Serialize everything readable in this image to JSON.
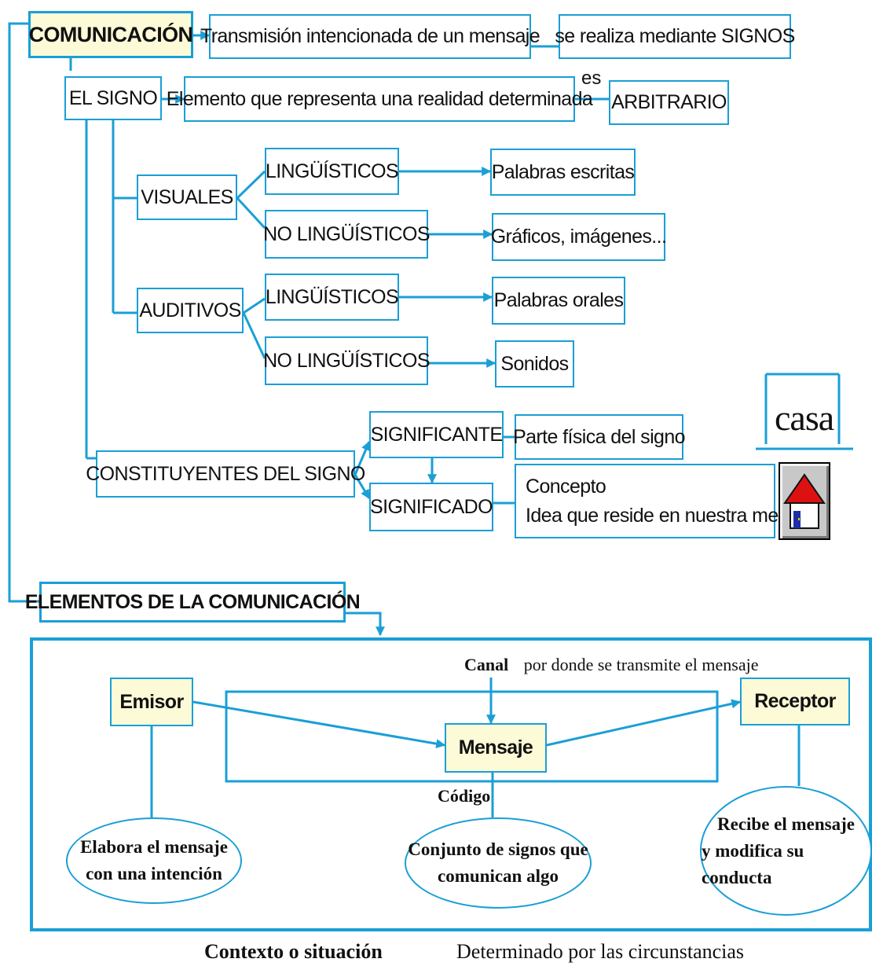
{
  "comunicacion": {
    "title": "COMUNICACIÓN",
    "definition": "Transmisión intencionada de un mensaje",
    "means": "se realiza mediante SIGNOS"
  },
  "signo": {
    "title": "EL SIGNO",
    "definition": "Elemento que representa una realidad determinada",
    "es": "es",
    "arbitrario": "ARBITRARIO"
  },
  "visuales": {
    "label": "VISUALES",
    "ling": "LINGÜÍSTICOS",
    "no_ling": "NO LINGÜÍSTICOS",
    "ling_ex": "Palabras escritas",
    "no_ling_ex": "Gráficos, imágenes..."
  },
  "auditivos": {
    "label": "AUDITIVOS",
    "ling": "LINGÜÍSTICOS",
    "no_ling": "NO LINGÜÍSTICOS",
    "ling_ex": "Palabras orales",
    "no_ling_ex": "Sonidos"
  },
  "constituyentes": {
    "label": "CONSTITUYENTES  DEL SIGNO",
    "significante": "SIGNIFICANTE",
    "significante_desc": "Parte física del signo",
    "significado": "SIGNIFICADO",
    "significado_line1": "Concepto",
    "significado_line2": "Idea que reside en nuestra  mente",
    "example_word": "casa",
    "house_icon": "house-icon"
  },
  "elementos": {
    "title": "ELEMENTOS DE LA COMUNICACIÓN",
    "emisor": "Emisor",
    "receptor": "Receptor",
    "mensaje": "Mensaje",
    "canal": "Canal",
    "canal_desc": "por donde se transmite  el mensaje",
    "codigo": "Código",
    "emisor_desc_1": "Elabora  el mensaje",
    "emisor_desc_2": "con una  intención",
    "codigo_desc_1": "Conjunto  de signos que",
    "codigo_desc_2": "comunican  algo",
    "receptor_desc_1": "Recibe el mensaje",
    "receptor_desc_2": "y modifica  su conducta",
    "contexto": "Contexto o situación",
    "contexto_desc": "Determinado  por las circunstancias"
  },
  "colors": {
    "line": "#1a9fd6",
    "highlight_fill": "#fdfbd7",
    "house_roof": "#dd1111",
    "door": "#1e2ea8"
  }
}
